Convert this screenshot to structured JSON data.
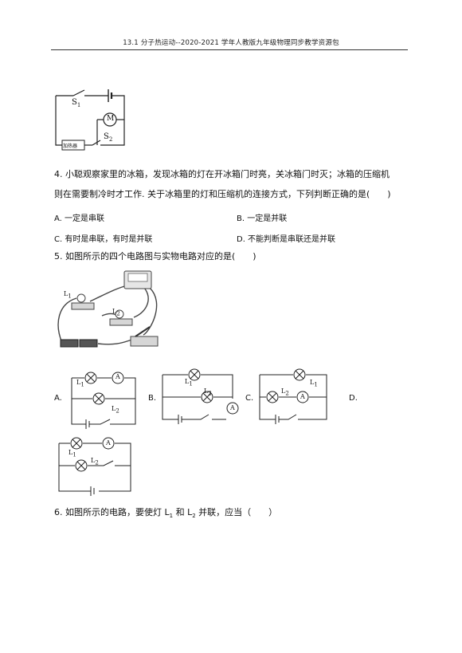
{
  "header": {
    "title": "13.1 分子热运动--2020-2021 学年人教版九年级物理同步教学资源包"
  },
  "fig_q3": {
    "s1": "S",
    "s1_sub": "1",
    "s2": "S",
    "s2_sub": "2",
    "motor": "M",
    "heater": "加热器"
  },
  "q4": {
    "line1": "4. 小聪观察家里的冰箱，发现冰箱的灯在开冰箱门时亮，关冰箱门时灭；冰箱的压缩机",
    "line2": "则在需要制冷时才工作. 关于冰箱里的灯和压缩机的连接方式，下列判断正确的是(　　)",
    "optA": "A. 一定是串联",
    "optB": "B. 一定是并联",
    "optC": "C. 有时是串联，有时是并联",
    "optD": "D. 不能判断是串联还是并联"
  },
  "q5": {
    "text": "5. 如图所示的四个电路图与实物电路对应的是(　　)",
    "optA": "A.",
    "optB": "B.",
    "optC": "C.",
    "optD": "D.",
    "L": "L",
    "sub1": "1",
    "sub2": "2",
    "ammeter": "A"
  },
  "q6": {
    "prefix": "6. 如图所示的电路，要使灯 L",
    "sub1": "1",
    "mid": " 和 L",
    "sub2": "2",
    "suffix": " 并联，应当（　　）"
  }
}
